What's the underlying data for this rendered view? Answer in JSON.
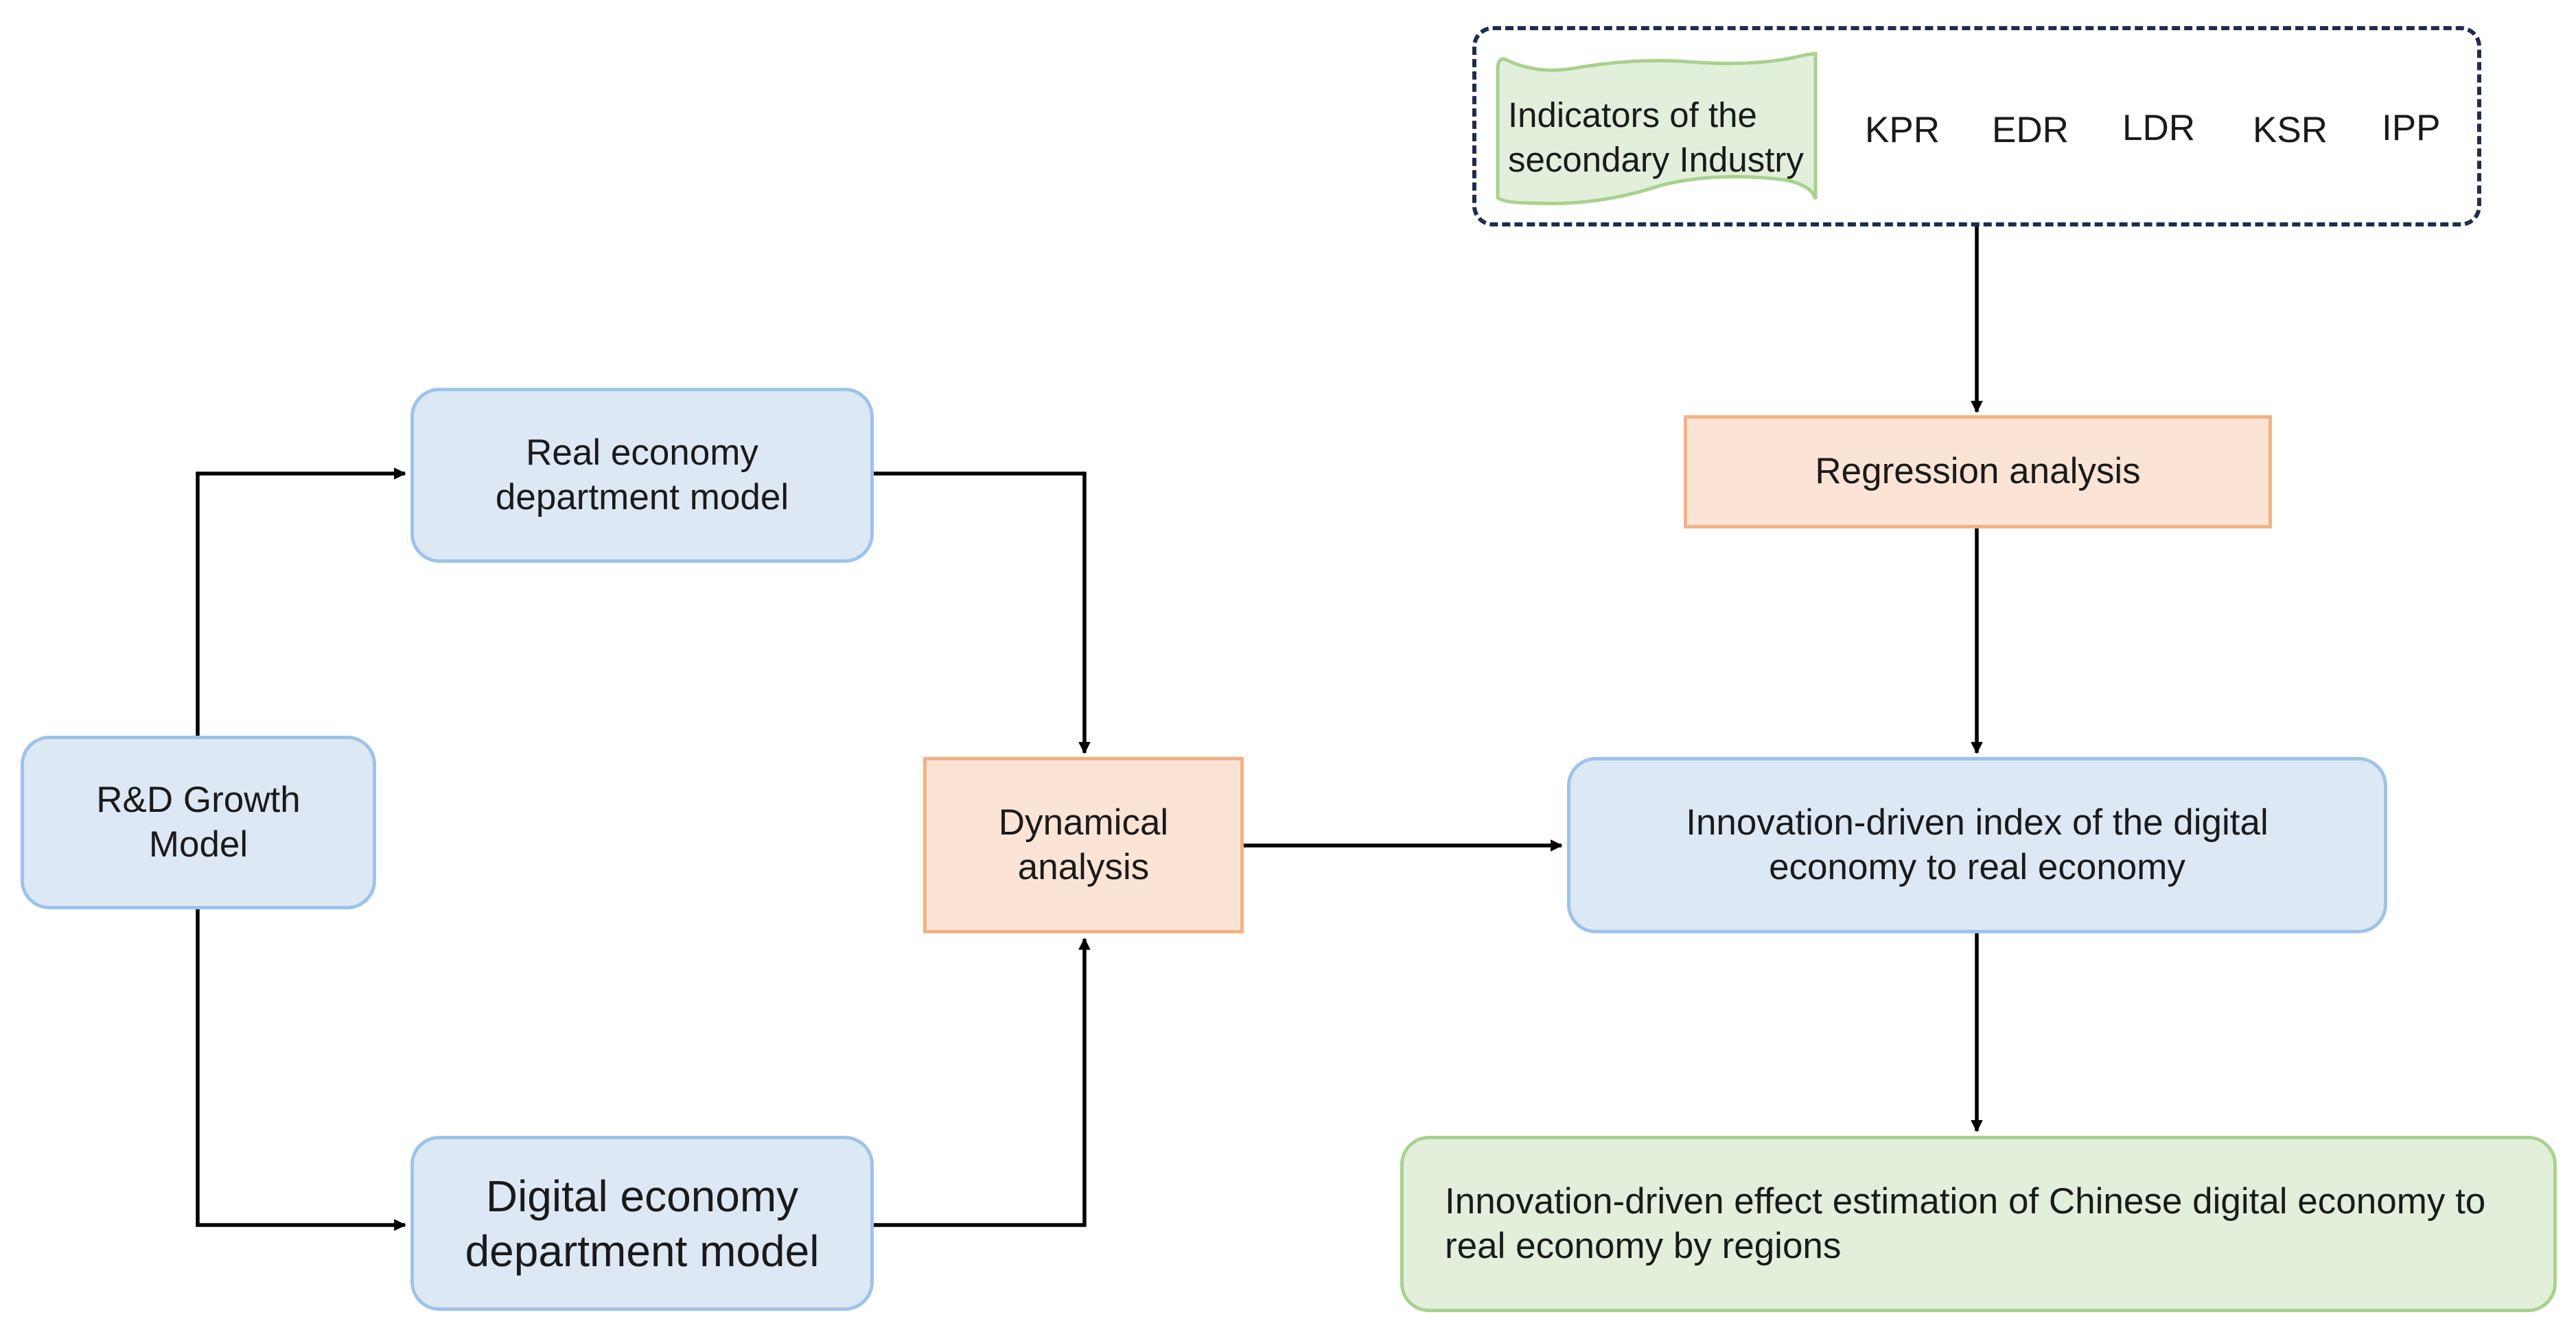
{
  "nodes": {
    "rd_growth": "R&D Growth Model",
    "real_model": "Real economy department model",
    "digital_model": "Digital economy department model",
    "dynamical": "Dynamical analysis",
    "regression": "Regression analysis",
    "innovation_index": "Innovation-driven index of the digital economy to real economy",
    "effect_estimation": "Innovation-driven effect estimation of Chinese digital economy to real economy by regions"
  },
  "indicators": {
    "title": "Indicators of the secondary Industry",
    "items": [
      "KPR",
      "EDR",
      "LDR",
      "KSR",
      "IPP"
    ]
  },
  "colors": {
    "blue_fill": "#dde8f5",
    "blue_border": "#9dc3ea",
    "orange_fill": "#fbe4d6",
    "orange_border": "#f4b183",
    "green_fill": "#e2efda",
    "green_border": "#a9d18e",
    "dashed_border": "#1f2d4d"
  }
}
